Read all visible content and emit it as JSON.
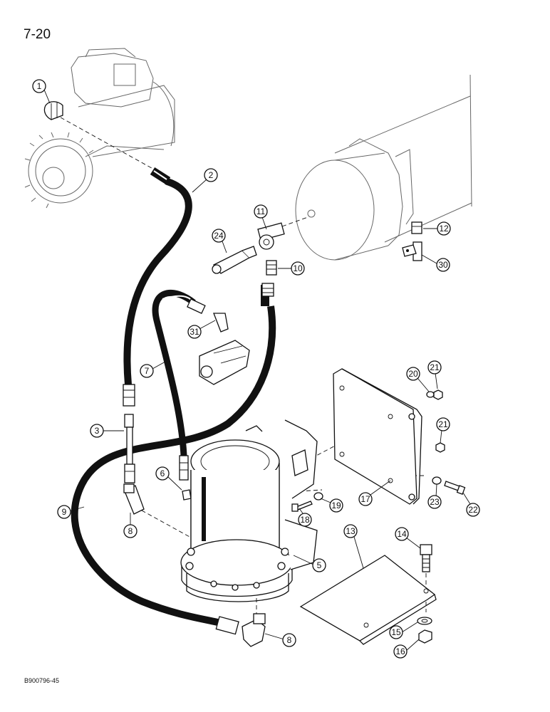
{
  "page_number": "7-20",
  "figure_id": "B900796-45",
  "callouts": [
    "1",
    "2",
    "3",
    "5",
    "6",
    "7",
    "8",
    "8",
    "9",
    "10",
    "11",
    "12",
    "13",
    "14",
    "15",
    "16",
    "17",
    "18",
    "19",
    "20",
    "21",
    "21",
    "22",
    "23",
    "24",
    "30",
    "31"
  ],
  "colors": {
    "ink": "#111111",
    "paper": "#ffffff"
  }
}
